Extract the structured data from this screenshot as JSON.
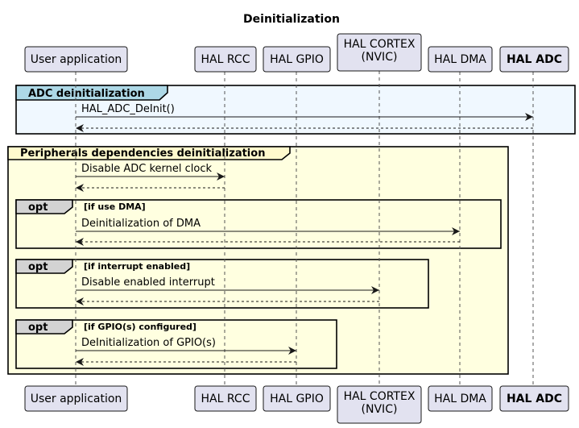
{
  "title": "Deinitialization",
  "participants": [
    {
      "id": "user",
      "label": "User application",
      "lines": [
        "User application"
      ],
      "highlight": false
    },
    {
      "id": "rcc",
      "label": "HAL RCC",
      "lines": [
        "HAL RCC"
      ],
      "highlight": false
    },
    {
      "id": "gpio",
      "label": "HAL GPIO",
      "lines": [
        "HAL GPIO"
      ],
      "highlight": false
    },
    {
      "id": "cortex",
      "label": "HAL CORTEX (NVIC)",
      "lines": [
        "HAL CORTEX",
        "(NVIC)"
      ],
      "highlight": false
    },
    {
      "id": "dma",
      "label": "HAL DMA",
      "lines": [
        "HAL DMA"
      ],
      "highlight": false
    },
    {
      "id": "adc",
      "label": "HAL ADC",
      "lines": [
        "HAL ADC"
      ],
      "highlight": true
    }
  ],
  "groups": [
    {
      "id": "adc-deinit",
      "kind": "group",
      "label": "ADC deinitialization",
      "condition": ""
    },
    {
      "id": "periph-deinit",
      "kind": "group",
      "label": "Peripherals dependencies deinitialization",
      "condition": ""
    },
    {
      "id": "opt-dma",
      "kind": "opt",
      "label": "opt",
      "condition": "[if use DMA]"
    },
    {
      "id": "opt-irq",
      "kind": "opt",
      "label": "opt",
      "condition": "[if interrupt enabled]"
    },
    {
      "id": "opt-gpio",
      "kind": "opt",
      "label": "opt",
      "condition": "[if GPIO(s) configured]"
    }
  ],
  "messages": [
    {
      "from": "user",
      "to": "adc",
      "label": "HAL_ADC_DeInit()",
      "style": "solid"
    },
    {
      "from": "adc",
      "to": "user",
      "label": "",
      "style": "dashed"
    },
    {
      "from": "user",
      "to": "rcc",
      "label": "Disable ADC kernel clock",
      "style": "solid"
    },
    {
      "from": "rcc",
      "to": "user",
      "label": "",
      "style": "dashed"
    },
    {
      "from": "user",
      "to": "dma",
      "label": "Deinitialization of DMA",
      "style": "solid"
    },
    {
      "from": "dma",
      "to": "user",
      "label": "",
      "style": "dashed"
    },
    {
      "from": "user",
      "to": "cortex",
      "label": "Disable enabled interrupt",
      "style": "solid"
    },
    {
      "from": "cortex",
      "to": "user",
      "label": "",
      "style": "dashed"
    },
    {
      "from": "user",
      "to": "gpio",
      "label": "DeInitialization of GPIO(s)",
      "style": "solid"
    },
    {
      "from": "gpio",
      "to": "user",
      "label": "",
      "style": "dashed"
    }
  ],
  "colors": {
    "participant_fill": "#e2e2f0",
    "participant_border": "#181818",
    "highlight_text": "#008000",
    "adc_group_fill": "#f0f8ff",
    "adc_group_header": "#add8e6",
    "periph_group_fill": "#ffffe0",
    "periph_group_header": "#fffacd",
    "opt_header": "#d3d3d3",
    "lifeline": "#555555"
  }
}
